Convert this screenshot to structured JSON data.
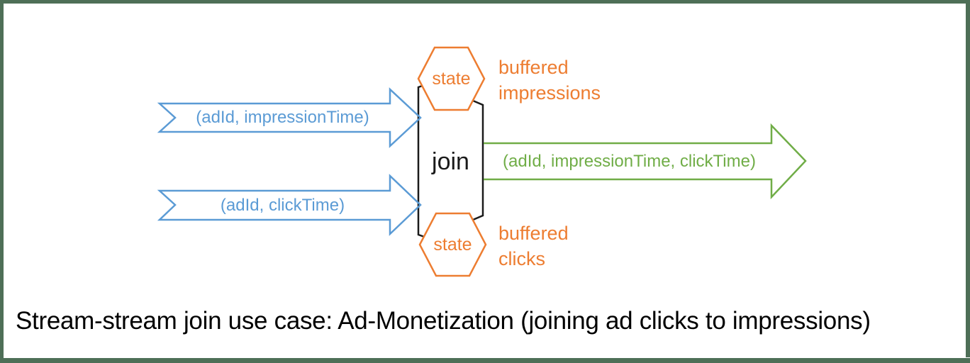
{
  "figure": {
    "caption": "Stream-stream join use case: Ad-Monetization (joining ad clicks to impressions)",
    "join_label": "join",
    "input_streams": [
      {
        "label": "(adId, impressionTime)"
      },
      {
        "label": "(adId, clickTime)"
      }
    ],
    "output_stream": {
      "label": "(adId, impressionTime, clickTime)"
    },
    "state_buffers": [
      {
        "hex_label": "state",
        "line1": "buffered",
        "line2": "impressions"
      },
      {
        "hex_label": "state",
        "line1": "buffered",
        "line2": "clicks"
      }
    ]
  },
  "colors": {
    "stream-blue": "#5B9BD5",
    "state-orange": "#ED7D31",
    "output-green": "#70AD47",
    "frame-green": "#4E6F57",
    "ink-black": "#1a1a1a"
  }
}
